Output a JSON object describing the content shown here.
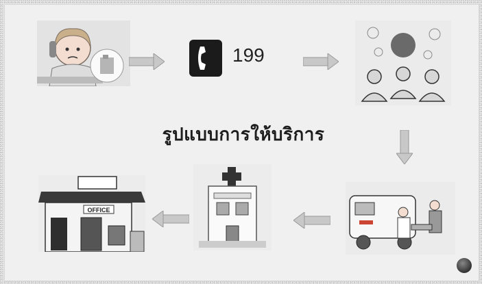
{
  "diagram": {
    "title": "รูปแบบการให้บริการ",
    "phone": {
      "top_label": "",
      "number": "199",
      "sub_label": ""
    },
    "caption": "",
    "nodes": [
      {
        "id": "caller",
        "icon": "worried-woman-calling-icon"
      },
      {
        "id": "hotline",
        "icon": "phone-icon"
      },
      {
        "id": "call-center",
        "icon": "operators-icon"
      },
      {
        "id": "ambulance",
        "icon": "ambulance-rescue-icon"
      },
      {
        "id": "hospital",
        "icon": "hospital-icon"
      },
      {
        "id": "office",
        "icon": "office-building-icon"
      }
    ],
    "office_sign": "OFFICE"
  }
}
